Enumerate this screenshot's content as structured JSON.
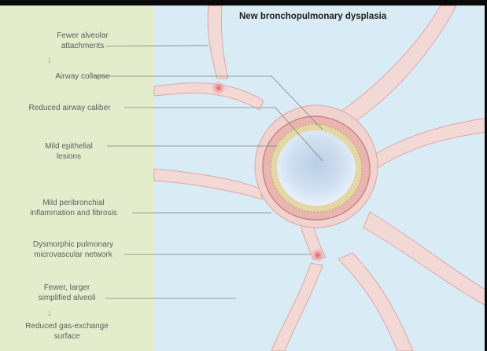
{
  "title": "New bronchopulmonary dysplasia",
  "labels": {
    "alveolar": [
      "Fewer alveolar",
      "attachments"
    ],
    "collapse": "Airway collapse",
    "caliber": "Reduced airway caliber",
    "epithelial": [
      "Mild epithelial",
      "lesions"
    ],
    "peribronchial": [
      "Mild peribronchial",
      "inflammation and fibrosis"
    ],
    "microvascular": [
      "Dysmorphic pulmonary",
      "microvascular network"
    ],
    "simplified": [
      "Fewer, larger",
      "simplified alveoli"
    ],
    "gas": [
      "Reduced gas-exchange",
      "surface"
    ]
  },
  "colors": {
    "legend_panel": "#e3edcc",
    "background": "#d9ecf6",
    "septa": "#f3d9d6",
    "septa_stroke": "#dba7a4",
    "airway_wall": "#e7a7a6",
    "lumen": "#c7d7e7",
    "vessel": "#e06b6b",
    "leader_line": "#808080",
    "arrow": "#8e9a6a"
  }
}
